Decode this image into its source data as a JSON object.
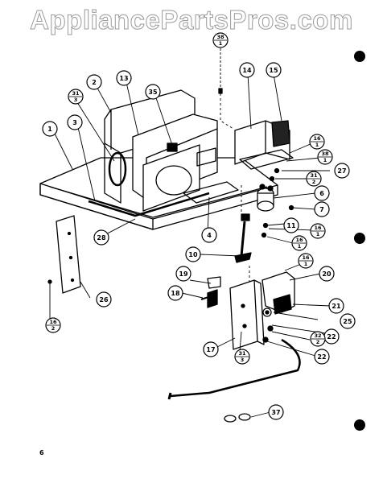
{
  "watermark": "AppliancePartsPros.com",
  "page_number": "6",
  "callouts": [
    {
      "id": "p1",
      "label": "1"
    },
    {
      "id": "p2",
      "label": "2"
    },
    {
      "id": "p3",
      "label": "3"
    },
    {
      "id": "p4",
      "label": "4"
    },
    {
      "id": "p6",
      "label": "6"
    },
    {
      "id": "p7",
      "label": "7"
    },
    {
      "id": "p10",
      "label": "10"
    },
    {
      "id": "p11",
      "label": "11"
    },
    {
      "id": "p13",
      "label": "13"
    },
    {
      "id": "p14",
      "label": "14"
    },
    {
      "id": "p15",
      "label": "15"
    },
    {
      "id": "p17",
      "label": "17"
    },
    {
      "id": "p18",
      "label": "18"
    },
    {
      "id": "p19",
      "label": "19"
    },
    {
      "id": "p20",
      "label": "20"
    },
    {
      "id": "p21",
      "label": "21"
    },
    {
      "id": "p22a",
      "label": "22"
    },
    {
      "id": "p22b",
      "label": "22"
    },
    {
      "id": "p25",
      "label": "25"
    },
    {
      "id": "p26",
      "label": "26"
    },
    {
      "id": "p27",
      "label": "27"
    },
    {
      "id": "p28",
      "label": "28"
    },
    {
      "id": "p35",
      "label": "35"
    },
    {
      "id": "p37",
      "label": "37"
    }
  ],
  "fraction_callouts": [
    {
      "id": "f31a",
      "top": "31",
      "bottom": "3"
    },
    {
      "id": "f38a",
      "top": "38",
      "bottom": "1"
    },
    {
      "id": "f16a",
      "top": "16",
      "bottom": "1"
    },
    {
      "id": "f38b",
      "top": "38",
      "bottom": "1"
    },
    {
      "id": "f31b",
      "top": "31",
      "bottom": "2"
    },
    {
      "id": "f16b",
      "top": "16",
      "bottom": "1"
    },
    {
      "id": "f16c",
      "top": "16",
      "bottom": "1"
    },
    {
      "id": "f16d",
      "top": "16",
      "bottom": "1"
    },
    {
      "id": "f32",
      "top": "32",
      "bottom": "2"
    },
    {
      "id": "f31c",
      "top": "31",
      "bottom": "3"
    },
    {
      "id": "f16e",
      "top": "16",
      "bottom": "2"
    }
  ]
}
